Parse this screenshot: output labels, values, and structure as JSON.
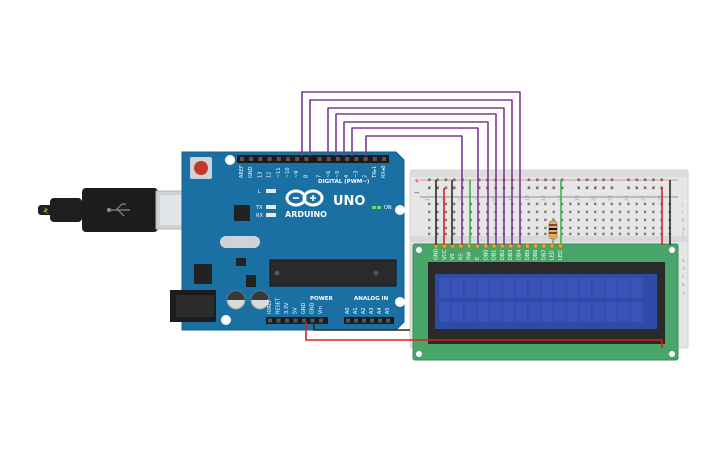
{
  "arduino": {
    "brand": "ARDUINO",
    "model": "UNO",
    "digital_header": "DIGITAL (PWM~)",
    "power_header": "POWER",
    "analog_header": "ANALOG IN",
    "on_label": "ON",
    "led_labels": [
      "L",
      "TX",
      "RX"
    ],
    "digital_pins": [
      "AREF",
      "GND",
      "13",
      "12",
      "~11",
      "~10",
      "~9",
      "8",
      "7",
      "~6",
      "~5",
      "4",
      "~3",
      "2",
      "TX▸1",
      "RX◂0"
    ],
    "power_pins": [
      "IOREF",
      "RESET",
      "3.3V",
      "5V",
      "GND",
      "GND",
      "Vin"
    ],
    "analog_pins": [
      "A0",
      "A1",
      "A2",
      "A3",
      "A4",
      "A5"
    ]
  },
  "breadboard": {
    "row_letters_right": [
      "j",
      "i",
      "h",
      "g",
      "f",
      "e",
      "d",
      "c",
      "b",
      "a"
    ],
    "column_numbers": [
      "1",
      "3",
      "5",
      "7",
      "9",
      "11",
      "13",
      "15",
      "17",
      "19",
      "21",
      "23",
      "25",
      "27",
      "29"
    ],
    "rail_plus": "+",
    "rail_minus": "−"
  },
  "lcd": {
    "pin_labels": [
      "GND",
      "VCC",
      "V0",
      "RS",
      "RW",
      "E",
      "DB0",
      "DB1",
      "DB2",
      "DB3",
      "DB4",
      "DB5",
      "DB6",
      "DB7",
      "LED",
      "LED"
    ]
  },
  "colors": {
    "arduino_board": "#1a6fa3",
    "wire_data": "#7a3a94",
    "wire_power": "#d8231c",
    "wire_ground": "#2a2a2a",
    "wire_contrast": "#3ab44a",
    "lcd_board": "#4aa56a",
    "lcd_screen": "#2f4ba8"
  }
}
